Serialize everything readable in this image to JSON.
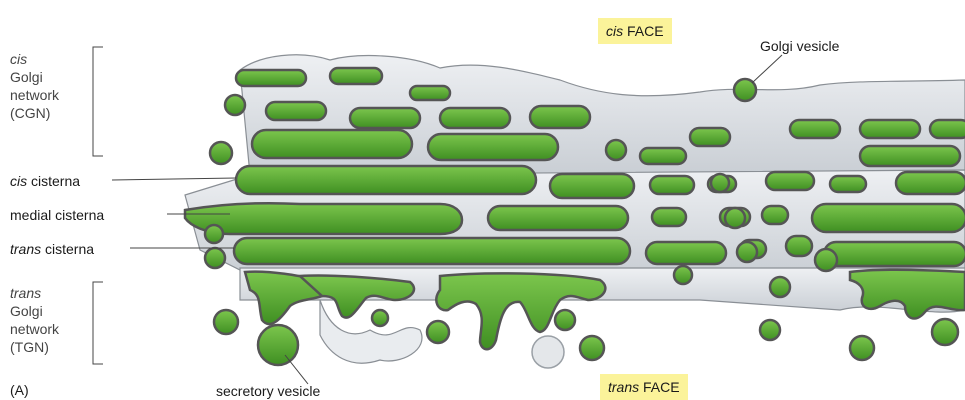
{
  "labels": {
    "cgn": {
      "line1": "cis",
      "line2": "Golgi",
      "line3": "network",
      "line4": "(CGN)"
    },
    "cis_cisterna": {
      "prefix": "cis",
      "suffix": " cisterna"
    },
    "medial_cisterna": "medial cisterna",
    "trans_cisterna": {
      "prefix": "trans",
      "suffix": " cisterna"
    },
    "tgn": {
      "line1": "trans",
      "line2": "Golgi",
      "line3": "network",
      "line4": "(TGN)"
    },
    "panel_letter": "(A)",
    "cis_face": {
      "prefix": "cis",
      "suffix": " FACE"
    },
    "trans_face": {
      "prefix": "trans",
      "suffix": " FACE"
    },
    "golgi_vesicle": "Golgi vesicle",
    "secretory_vesicle": "secretory vesicle"
  },
  "colors": {
    "membrane": "#d9dde2",
    "membrane_edge": "#6f7378",
    "lumen": "#5cb234",
    "lumen_dark": "#3f8f22",
    "face_highlight": "#fbf39a"
  }
}
